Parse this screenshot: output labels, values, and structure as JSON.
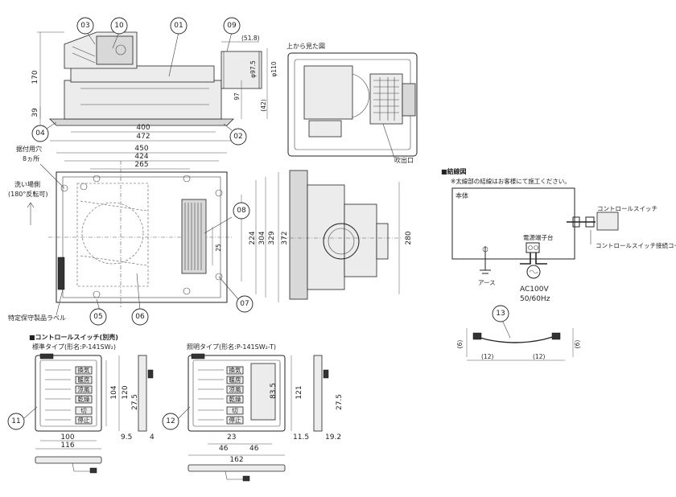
{
  "callouts": {
    "c01": "01",
    "c02": "02",
    "c03": "03",
    "c04": "04",
    "c05": "05",
    "c06": "06",
    "c07": "07",
    "c08": "08",
    "c09": "09",
    "c10": "10",
    "c11": "11",
    "c12": "12",
    "c13": "13"
  },
  "front_view": {
    "dims": {
      "height_170": "170",
      "height_39": "39",
      "width_400": "400",
      "width_472": "472",
      "offset_51_8": "(51.8)",
      "dia_97_5": "φ97.5",
      "dia_110": "φ110",
      "dim_97": "97",
      "dim_42": "(42)"
    }
  },
  "top_view": {
    "title": "上から見た図",
    "outlet_label": "吹出口"
  },
  "plan_view": {
    "labels": {
      "hanging_hole": "据付用穴",
      "hanging_hole_size": "8ヵ所",
      "wash_side": "洗い場側",
      "reversible": "(180°反転可)",
      "product_label": "特定保守製品ラベル"
    },
    "dims": {
      "w450": "450",
      "w424": "424",
      "w265": "265",
      "h224": "224",
      "h304": "304",
      "h329": "329",
      "h372": "372",
      "d25": "25"
    }
  },
  "side_view": {
    "dims": {
      "h280": "280"
    }
  },
  "wiring": {
    "title": "■結線図",
    "note": "※太線部の結線はお客様にて施工ください。",
    "body_label": "本体",
    "control_switch": "コントロールスイッチ",
    "terminal": "電源端子台",
    "earth": "アース",
    "cord": "コントロールスイッチ接続コード",
    "power": "AC100V",
    "freq": "50/60Hz"
  },
  "cord_view": {
    "dims": {
      "d6a": "(6)",
      "d12a": "(12)",
      "d12b": "(12)",
      "d6b": "(6)"
    }
  },
  "switch_section": {
    "title": "■コントロールスイッチ(別売)",
    "standard": "標準タイプ(形名:P-141SW₂)",
    "lighting": "照明タイプ(形名:P-141SW₂-T)",
    "std_buttons": [
      "換気",
      "暖房",
      "涼風",
      "乾燥",
      "切",
      "停止"
    ],
    "light_buttons": [
      "換気",
      "暖房",
      "涼風",
      "乾燥",
      "切",
      "停止"
    ],
    "std_dims": {
      "h104": "104",
      "h120": "120",
      "d27_5": "27.5",
      "w100": "100",
      "w116": "116",
      "d9_5": "9.5",
      "d4": "4"
    },
    "light_dims": {
      "h83_5": "83.5",
      "h121": "121",
      "d27_5": "27.5",
      "d23": "23",
      "w46a": "46",
      "w46b": "46",
      "w162": "162",
      "d11_5": "11.5",
      "d19_2": "19.2"
    }
  }
}
